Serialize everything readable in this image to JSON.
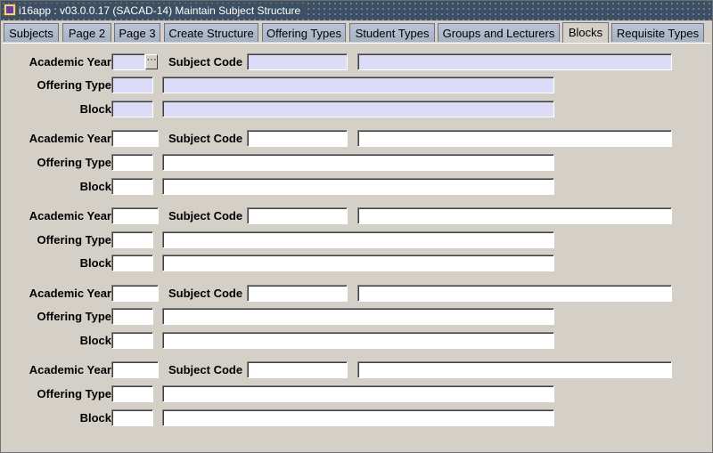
{
  "window": {
    "title": "i16app : v03.0.0.17  (SACAD-14) Maintain Subject Structure"
  },
  "tabs": [
    {
      "label": "Subjects"
    },
    {
      "label": "Page 2"
    },
    {
      "label": "Page 3"
    },
    {
      "label": "Create Structure"
    },
    {
      "label": "Offering Types"
    },
    {
      "label": "Student Types"
    },
    {
      "label": "Groups and Lecturers"
    },
    {
      "label": "Blocks",
      "active": true
    },
    {
      "label": "Requisite Types"
    }
  ],
  "form": {
    "labels": {
      "academic_year": "Academic Year",
      "subject_code": "Subject Code",
      "offering_type": "Offering Type",
      "block": "Block"
    },
    "lov_button": "···",
    "records": [
      {
        "academic_year": "",
        "subject_code": "",
        "subject_name": "",
        "offering_type": "",
        "offering_desc": "",
        "block": "",
        "block_desc": ""
      },
      {
        "academic_year": "",
        "subject_code": "",
        "subject_name": "",
        "offering_type": "",
        "offering_desc": "",
        "block": "",
        "block_desc": ""
      },
      {
        "academic_year": "",
        "subject_code": "",
        "subject_name": "",
        "offering_type": "",
        "offering_desc": "",
        "block": "",
        "block_desc": ""
      },
      {
        "academic_year": "",
        "subject_code": "",
        "subject_name": "",
        "offering_type": "",
        "offering_desc": "",
        "block": "",
        "block_desc": ""
      },
      {
        "academic_year": "",
        "subject_code": "",
        "subject_name": "",
        "offering_type": "",
        "offering_desc": "",
        "block": "",
        "block_desc": ""
      }
    ]
  }
}
